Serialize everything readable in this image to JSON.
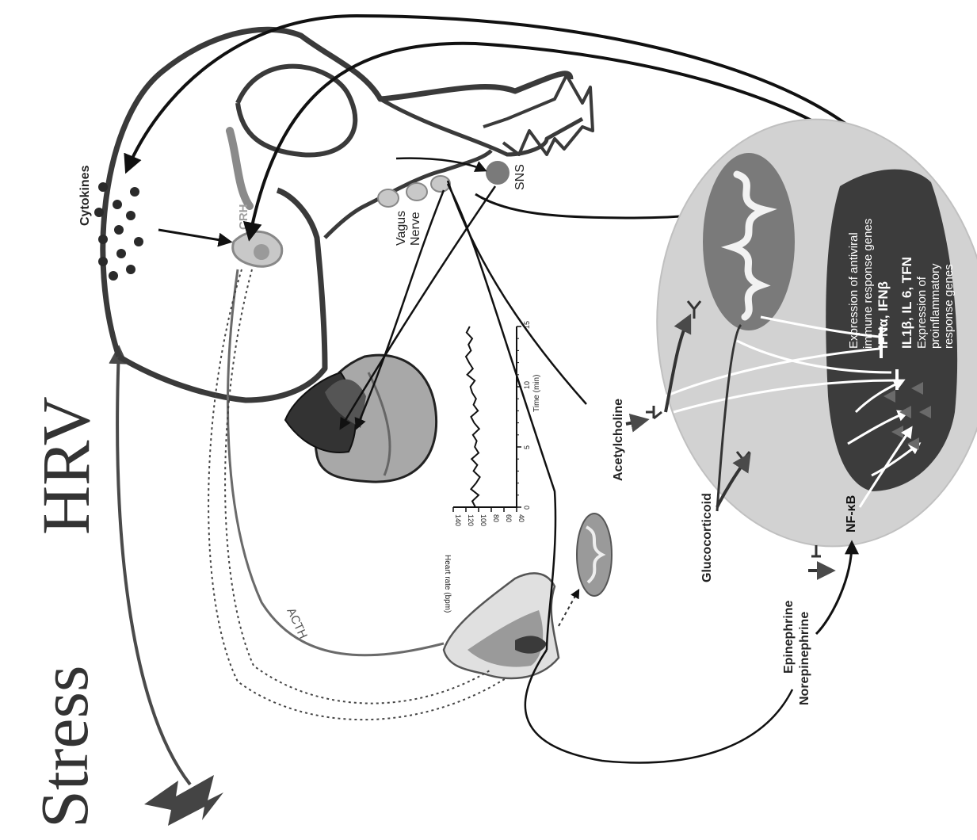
{
  "figure": {
    "title_stress": "Stress",
    "title_hrv": "HRV",
    "labels": {
      "cytokines": "Cytokines",
      "crh": "CRH",
      "acth": "ACTH",
      "vagus": "Vagus",
      "nerve": "Nerve",
      "sns": "SNS",
      "acetylcholine": "Acetylcholine",
      "glucocorticoid": "Glucocorticoid",
      "epinephrine": "Epinephrine",
      "norepinephrine": "Norepinephrine",
      "nfkb": "NF-κB",
      "antiviral_1": "Expression of antiviral",
      "antiviral_2": "immune response genes",
      "antiviral_genes": "IFNα, IFNβ",
      "proinflam_genes": "IL1β, IL 6, TFN",
      "proinflam_1": "Expression of",
      "proinflam_2": "proinflammatory",
      "proinflam_3": "response genes"
    },
    "hr_chart": {
      "ylabel": "Heart rate (bpm)",
      "xlabel": "Time (min)",
      "yticks": [
        "140",
        "120",
        "100",
        "80",
        "60",
        "40"
      ],
      "xticks": [
        "0",
        "5",
        "10",
        "15"
      ]
    }
  },
  "chart_data": {
    "type": "line",
    "title": "",
    "xlabel": "Time (min)",
    "ylabel": "Heart rate (bpm)",
    "xlim": [
      0,
      15
    ],
    "ylim": [
      40,
      140
    ],
    "series": [
      {
        "x": [
          0,
          0.5,
          1,
          1.5,
          2,
          2.5,
          3,
          3.5,
          4,
          4.5,
          5,
          5.5,
          6,
          6.5,
          7,
          7.5,
          8,
          8.5,
          9,
          9.5,
          10,
          10.5,
          11,
          11.5,
          12,
          12.5,
          13,
          13.5,
          14,
          14.5,
          15
        ],
        "values": [
          105,
          110,
          100,
          112,
          104,
          98,
          108,
          102,
          111,
          100,
          106,
          103,
          109,
          99,
          107,
          112,
          101,
          108,
          104,
          110,
          113,
          106,
          118,
          109,
          115,
          120,
          112,
          116,
          110,
          119,
          114
        ]
      }
    ]
  }
}
